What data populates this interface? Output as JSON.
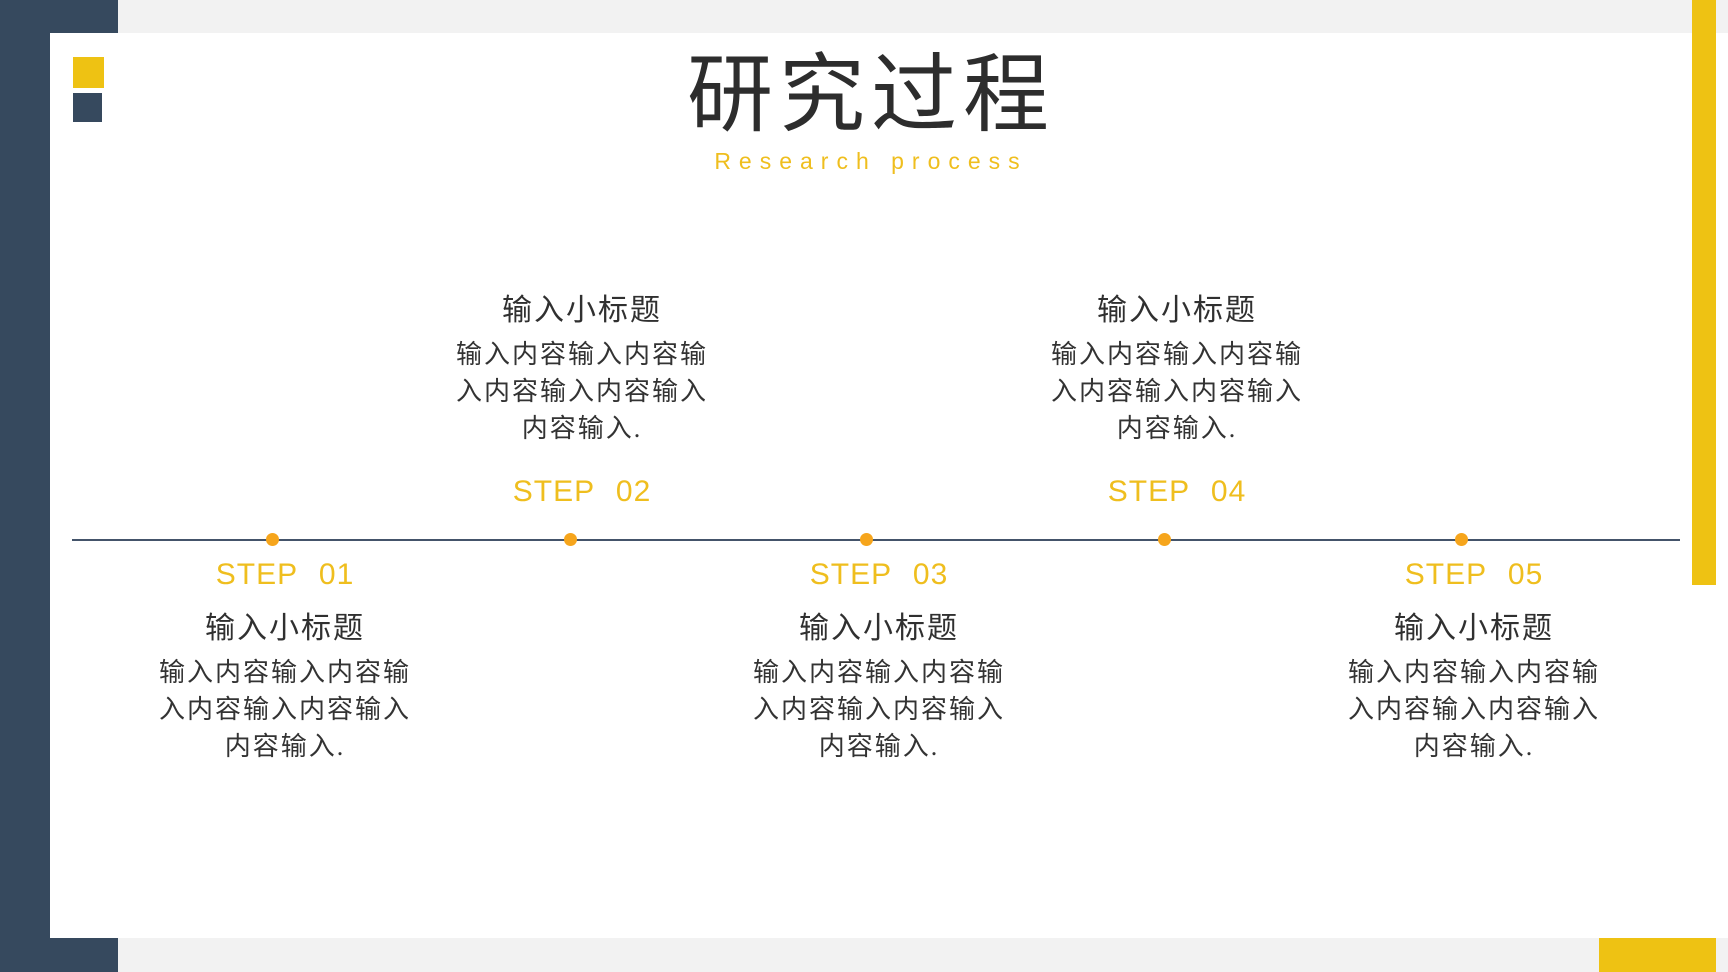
{
  "slide": {
    "title": "研究过程",
    "subtitle": "Research process"
  },
  "timeline": {
    "steps": [
      {
        "label": "STEP 01",
        "side": "below",
        "subtitle": "输入小标题",
        "body_lines": [
          "输入内容输入内容输",
          "入内容输入内容输入",
          "内容输入."
        ]
      },
      {
        "label": "STEP 02",
        "side": "above",
        "subtitle": "输入小标题",
        "body_lines": [
          "输入内容输入内容输",
          "入内容输入内容输入",
          "内容输入."
        ]
      },
      {
        "label": "STEP 03",
        "side": "below",
        "subtitle": "输入小标题",
        "body_lines": [
          "输入内容输入内容输",
          "入内容输入内容输入",
          "内容输入."
        ]
      },
      {
        "label": "STEP 04",
        "side": "above",
        "subtitle": "输入小标题",
        "body_lines": [
          "输入内容输入内容输",
          "入内容输入内容输入",
          "内容输入."
        ]
      },
      {
        "label": "STEP 05",
        "side": "below",
        "subtitle": "输入小标题",
        "body_lines": [
          "输入内容输入内容输",
          "入内容输入内容输入",
          "内容输入."
        ]
      }
    ]
  },
  "colors": {
    "accent_yellow": "#EEC213",
    "accent_navy": "#36495E",
    "label_yellow": "#EFBE1E",
    "dot_orange": "#F6A51C",
    "line_color": "#44546A",
    "title_text": "#2D2D2D",
    "subtitle_text": "#303030",
    "body_text": "#333333",
    "strip_gray": "#F2F2F2"
  }
}
